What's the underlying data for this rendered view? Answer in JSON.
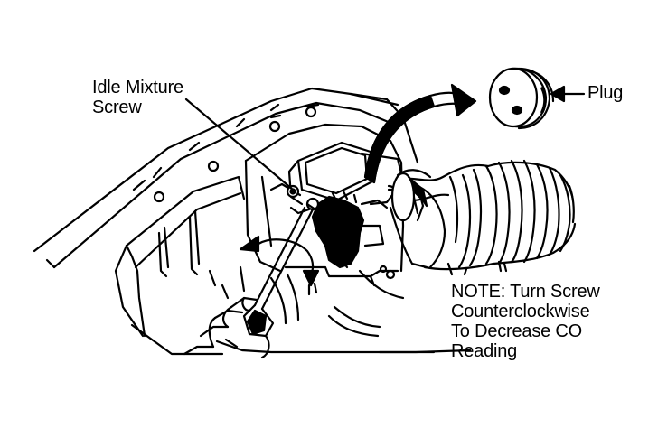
{
  "callouts": {
    "idle_mixture_screw": [
      "Idle Mixture",
      "Screw"
    ],
    "plug": "Plug",
    "note": [
      "NOTE: Turn Screw",
      "Counterclockwise",
      "To Decrease CO",
      "Reading"
    ]
  },
  "colors": {
    "ink": "#000000",
    "paper": "#ffffff"
  }
}
